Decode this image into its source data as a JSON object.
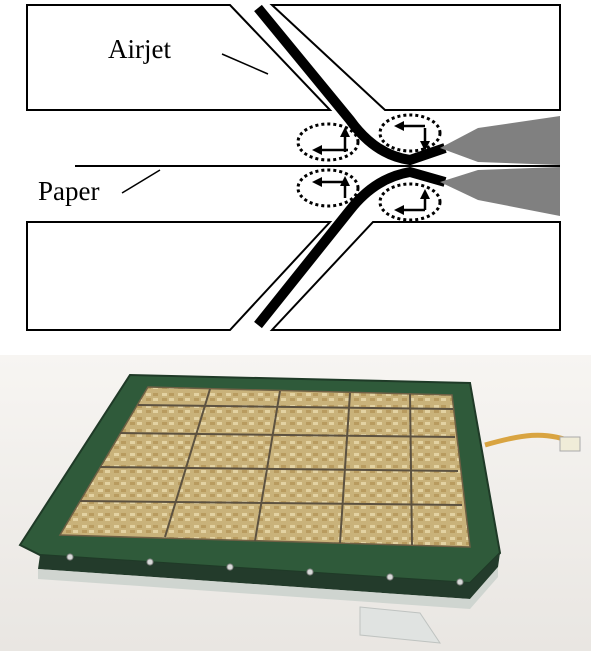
{
  "diagram": {
    "labels": {
      "airjet": "Airjet",
      "paper": "Paper"
    },
    "colors": {
      "outline": "#000000",
      "channel_fill": "#000000",
      "nozzle_gas": "#808080",
      "vortex_outline": "#000000",
      "background": "#ffffff"
    },
    "icons": [
      "vortex-arrow-icon"
    ]
  },
  "photo": {
    "subject": "airjet-array-board",
    "colors": {
      "pcb_green": "#2f5a3a",
      "gold_tiles": "#c9b27a",
      "background": "#f4f2ef"
    }
  }
}
